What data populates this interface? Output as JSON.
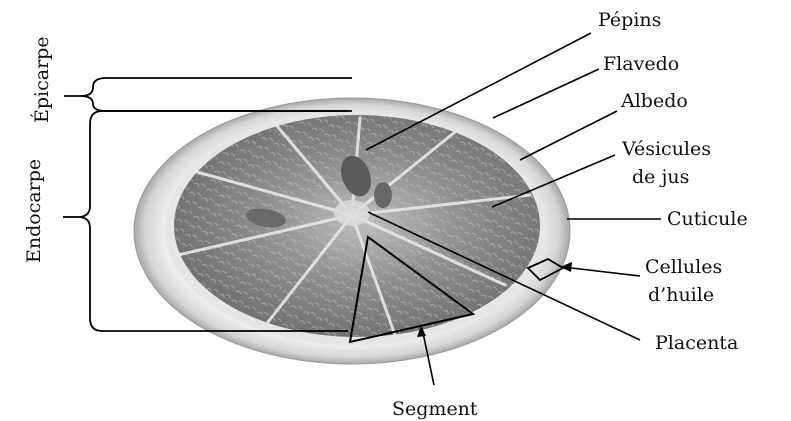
{
  "labels": {
    "pepins": "Pépins",
    "flavedo": "Flavedo",
    "albedo": "Albedo",
    "vesicules_1": "Vésicules",
    "vesicules_2": "de jus",
    "cuticule": "Cuticule",
    "cellules_1": "Cellules",
    "cellules_2": "d’huile",
    "placenta": "Placenta",
    "segment": "Segment",
    "epicarpe": "Épicarpe",
    "endocarpe": "Endocarpe"
  },
  "colors": {
    "rind": "#d9d9d9",
    "pulp": "#8c8c8c",
    "pulp_light": "#b4b4b4",
    "membrane": "#ececec",
    "line": "#000000"
  }
}
